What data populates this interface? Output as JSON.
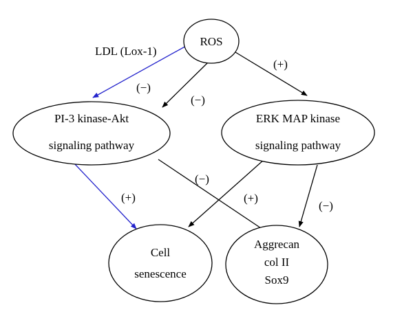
{
  "colors": {
    "black": "#000000",
    "blue": "#2222cc"
  },
  "nodes": {
    "ros": {
      "lines": [
        "ROS"
      ]
    },
    "pi3k": {
      "lines": [
        "PI-3 kinase-Akt",
        "signaling pathway"
      ]
    },
    "erk": {
      "lines": [
        "ERK MAP kinase",
        "signaling pathway"
      ]
    },
    "senescence": {
      "lines": [
        "Cell",
        "senescence"
      ]
    },
    "aggrecan": {
      "lines": [
        "Aggrecan",
        "col II",
        "Sox9"
      ]
    }
  },
  "edges": {
    "ros_to_pi3k_ldl": {
      "label": "LDL (Lox-1)"
    },
    "ros_to_pi3k_a": {
      "label": "(−)"
    },
    "ros_to_pi3k_b": {
      "label": "(−)"
    },
    "ros_to_erk": {
      "label": "(+)"
    },
    "pi3k_to_senescence": {
      "label": "(+)"
    },
    "pi3k_to_aggrecan": {
      "label": "(−)"
    },
    "erk_to_senescence": {
      "label": "(+)"
    },
    "erk_to_aggrecan": {
      "label": "(−)"
    }
  }
}
